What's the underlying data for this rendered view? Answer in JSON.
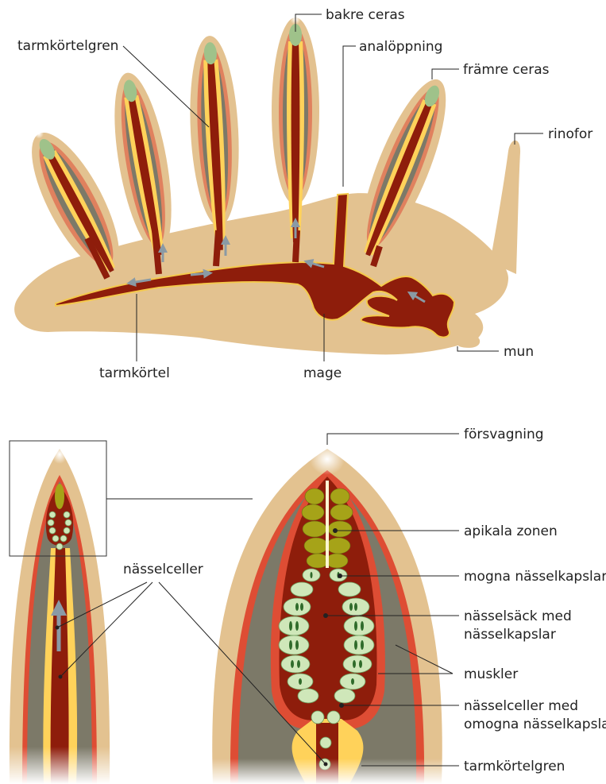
{
  "labels": {
    "bakre_ceras": "bakre ceras",
    "analoppning": "analöppning",
    "framre_ceras": "främre ceras",
    "rinofor": "rinofor",
    "tarmkortelgren_top": "tarmkörtelgren",
    "tarmkortel": "tarmkörtel",
    "mage": "mage",
    "mun": "mun",
    "forsvagning": "försvagning",
    "apikala_zonen": "apikala zonen",
    "mogna_nasselkapslar": "mogna nässelkapslar",
    "nasselsack_line1": "nässelsäck med",
    "nasselsack_line2": "nässelkapslar",
    "muskler": "muskler",
    "nasselceller_med_line1": "nässelceller med",
    "nasselceller_med_line2": "omogna nässelkapslar",
    "tarmkortelgren_bottom": "tarmkörtelgren",
    "nasselceller": "nässelceller"
  },
  "colors": {
    "body": "#e3c290",
    "gland": "#8e1d0b",
    "gland_outline": "#f4c94c",
    "yellow": "#ffd25a",
    "muscle": "#de4d34",
    "gray": "#7c7968",
    "cnido_green": "#cfe7b9",
    "cnido_olive": "#a6a318",
    "arrow": "#8a9aa5"
  },
  "icons": [
    "flow-arrow-icon",
    "cnidocyte-dot-icon"
  ]
}
